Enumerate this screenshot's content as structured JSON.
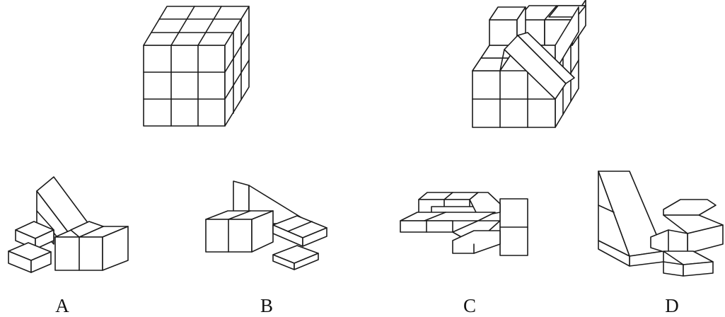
{
  "puzzle": {
    "figures": [
      {
        "id": "full-cube",
        "desc_icon": "cube-3x3x3-icon"
      },
      {
        "id": "partial-cube",
        "desc_icon": "cube-with-missing-piece-icon"
      }
    ],
    "options": [
      {
        "key": "a",
        "label": "A"
      },
      {
        "key": "b",
        "label": "B"
      },
      {
        "key": "c",
        "label": "C"
      },
      {
        "key": "d",
        "label": "D"
      }
    ],
    "colors": {
      "stroke": "#1a1a1a",
      "background": "#ffffff"
    }
  }
}
